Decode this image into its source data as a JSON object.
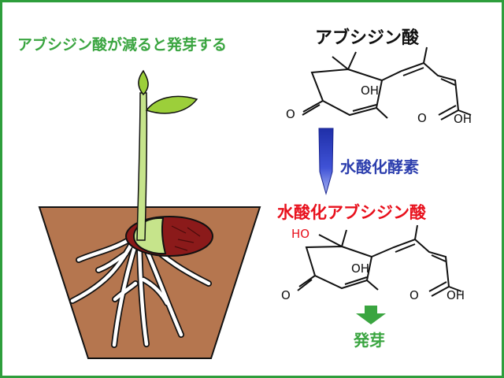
{
  "title": "アブシジン酸が減ると発芽する",
  "compound_top": {
    "name": "アブシジン酸",
    "labels": {
      "ketone": "O",
      "hydroxyl": "OH",
      "acid": "OH",
      "carbonyl": "O"
    }
  },
  "enzyme": "水酸化酵素",
  "compound_bottom": {
    "name": "水酸化アブシジン酸",
    "labels": {
      "ho": "HO",
      "ketone": "O",
      "hydroxyl": "OH",
      "acid": "OH",
      "carbonyl": "O"
    }
  },
  "result": "発芽",
  "colors": {
    "frame": "#2e9e3c",
    "title": "#3aa540",
    "enzyme": "#2d3fae",
    "product": "#e8101c",
    "germination": "#3aa540",
    "pot": "#b5764f",
    "seed": "#8b1a1a",
    "cotyledon": "#c6e48b",
    "leaf": "#9ccf3a"
  }
}
